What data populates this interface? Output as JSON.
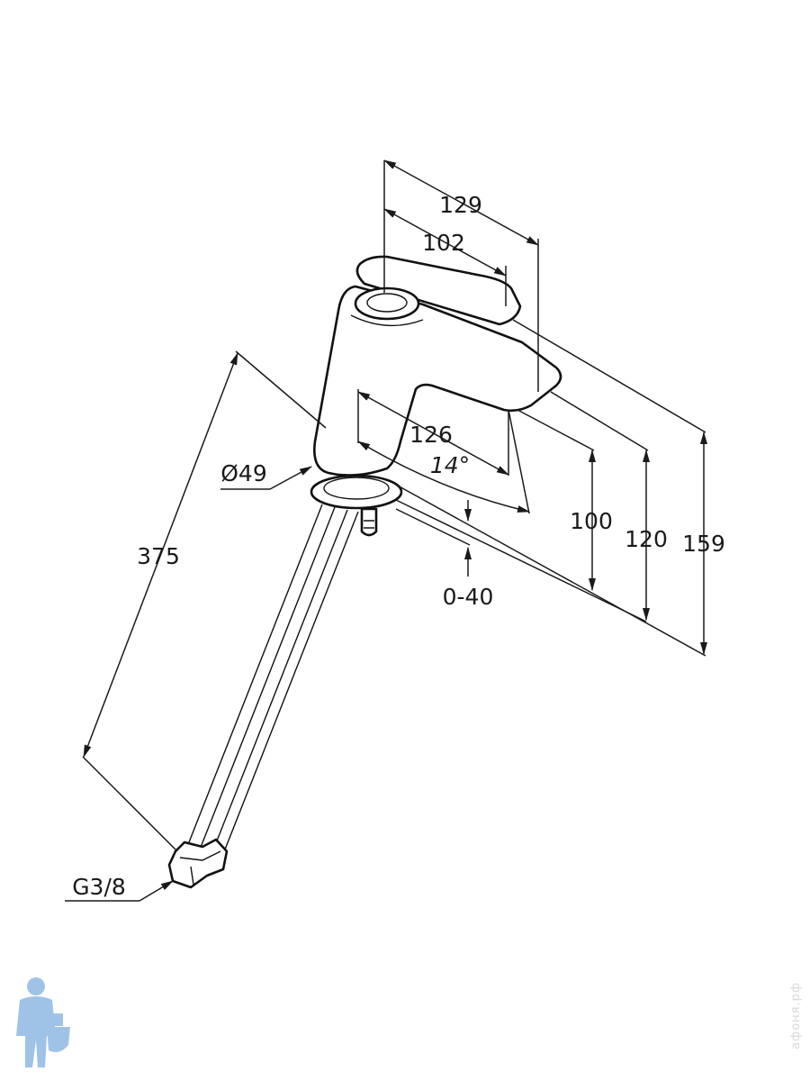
{
  "drawing": {
    "dimensions": {
      "d129": "129",
      "d102": "102",
      "d126": "126",
      "angle": "14°",
      "d100": "100",
      "d120": "120",
      "d159": "159",
      "d375": "375",
      "diameter": "Ø49",
      "thread": "G3/8",
      "range": "0-40"
    },
    "watermark": "афоня.рф",
    "line_color": "#1a1a1a",
    "logo_color": "#5b9bd5"
  }
}
